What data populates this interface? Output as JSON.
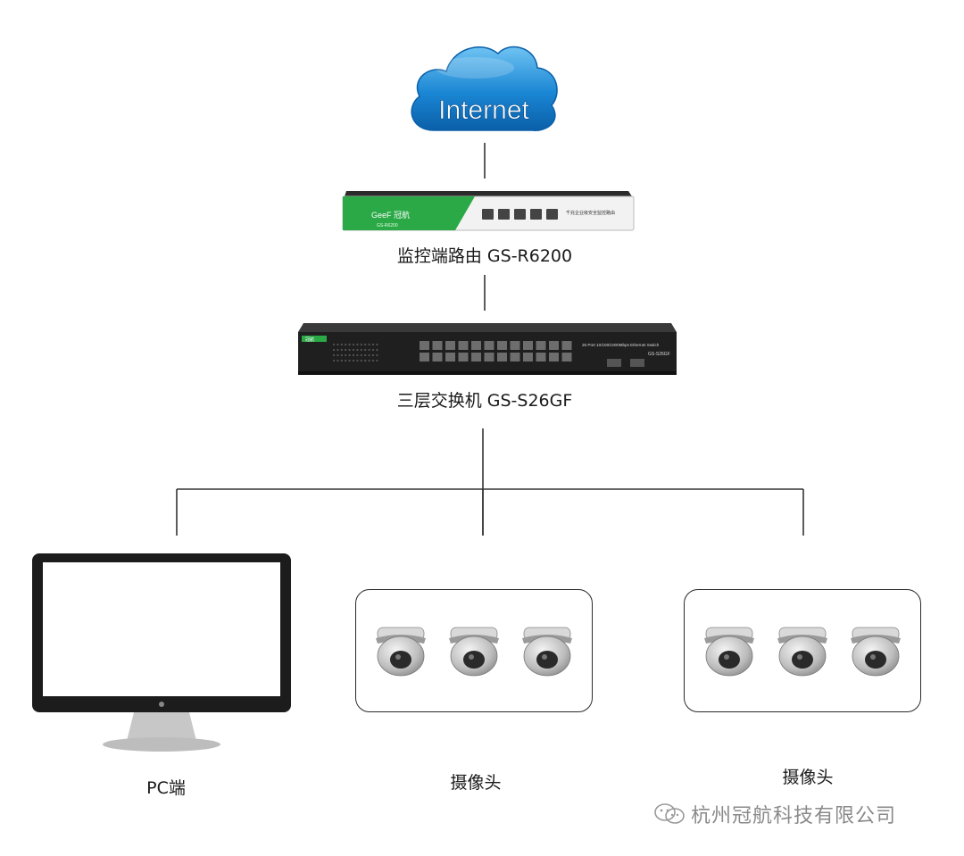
{
  "cloud": {
    "text": "Internet",
    "color": "#1a86d4"
  },
  "router": {
    "label": "监控端路由 GS-R6200",
    "brand": "GeeF 冠航",
    "model": "GS-R6200",
    "front_text": "千兆企业级安全监控路由",
    "accent": "#2aa946"
  },
  "switch": {
    "label": "三层交换机 GS-S26GF",
    "brand": "冠航",
    "desc": "26 Port 10/100/1000Mbps Ethernet Switch",
    "model": "GS-S26GF",
    "accent": "#2aa946"
  },
  "pc": {
    "label": "PC端"
  },
  "camera_groups": [
    {
      "label": "摄像头",
      "count": 3
    },
    {
      "label": "摄像头",
      "count": 3
    }
  ],
  "watermark": {
    "text": "杭州冠航科技有限公司",
    "icon": "wechat-icon"
  }
}
